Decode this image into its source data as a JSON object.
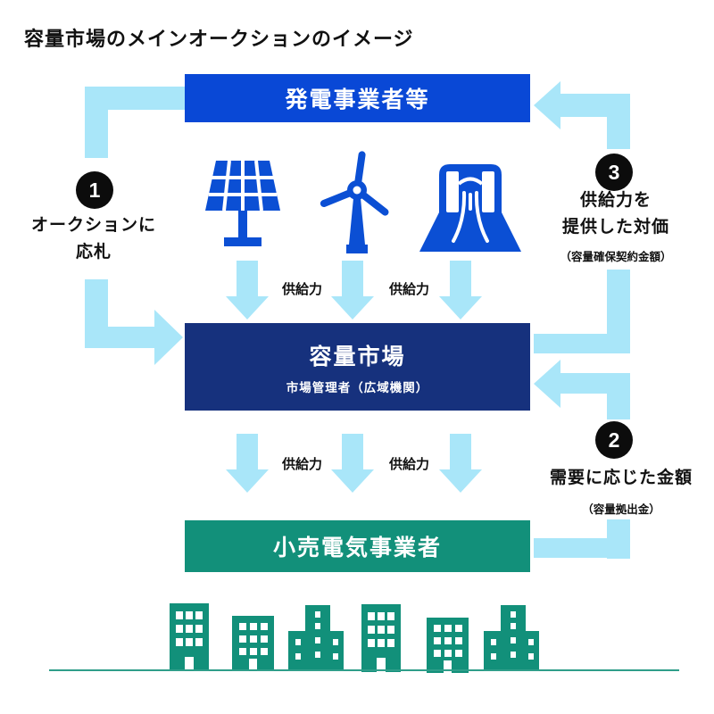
{
  "title": "容量市場のメインオークションのイメージ",
  "boxes": {
    "generators": {
      "label": "発電事業者等"
    },
    "market": {
      "label": "容量市場",
      "manager": "市場管理者（広域機関）"
    },
    "retailers": {
      "label": "小売電気事業者"
    }
  },
  "steps": {
    "step1": {
      "number": "1",
      "line1": "オークションに",
      "line2": "応札"
    },
    "step2": {
      "number": "2",
      "label": "需要に応じた金額",
      "note": "（容量拠出金）"
    },
    "step3": {
      "number": "3",
      "line1": "供給力を",
      "line2": "提供した対価",
      "note": "（容量確保契約金額）"
    }
  },
  "supply": {
    "upper_left": "供給力",
    "upper_right": "供給力",
    "lower_left": "供給力",
    "lower_right": "供給力"
  },
  "icons": {
    "solar": "solar-panel-icon",
    "wind": "wind-turbine-icon",
    "hydro": "hydro-dam-icon"
  },
  "colors": {
    "bright_blue": "#0948D6",
    "icon_blue": "#0B4FD4",
    "navy": "#16317D",
    "teal": "#12907A",
    "teal_line": "#2F9E8A",
    "light_blue": "#A9E6F9",
    "badge_black": "#0C0C0C"
  }
}
